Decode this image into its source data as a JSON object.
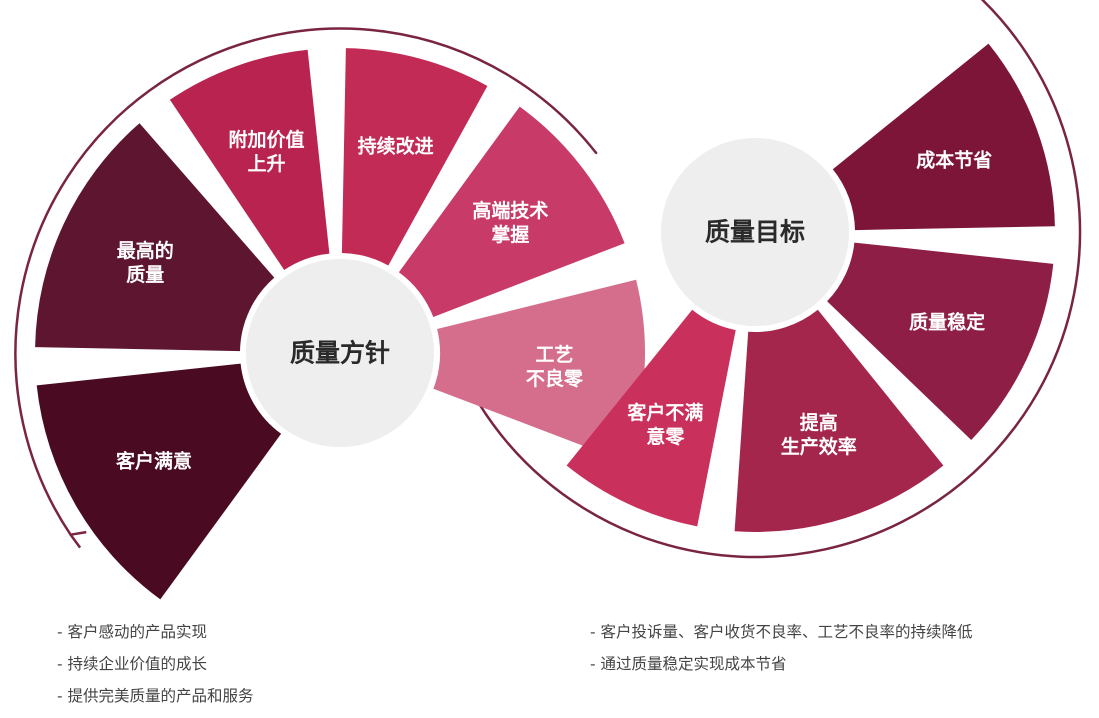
{
  "colors": {
    "hub_fill": "#eeeeee",
    "arrow": "#7a2444",
    "arc_top": "#c5396a",
    "arc_bottom": "#c9386a"
  },
  "left_wheel": {
    "hub_label": "质量方针",
    "segments": [
      {
        "lines": [
          "客户满意"
        ],
        "color": "#4a0a22"
      },
      {
        "lines": [
          "最高的",
          "质量"
        ],
        "color": "#5d1530"
      },
      {
        "lines": [
          "附加价值",
          "上升"
        ],
        "color": "#b8244f"
      },
      {
        "lines": [
          "持续改进"
        ],
        "color": "#c22b56"
      },
      {
        "lines": [
          "高端技术",
          "掌握"
        ],
        "color": "#c83b68"
      },
      {
        "lines": [
          "工艺",
          "不良零"
        ],
        "color": "#d46e8c"
      }
    ]
  },
  "right_wheel": {
    "hub_label": "质量目标",
    "segments": [
      {
        "lines": [
          "客户不满",
          "意零"
        ],
        "color": "#c9305c"
      },
      {
        "lines": [
          "提高",
          "生产效率"
        ],
        "color": "#a5264d"
      },
      {
        "lines": [
          "质量稳定"
        ],
        "color": "#8e1e45"
      },
      {
        "lines": [
          "成本节省"
        ],
        "color": "#7c1538"
      }
    ]
  },
  "notes_left": [
    "客户感动的产品实现",
    "持续企业价值的成长",
    "提供完美质量的产品和服务"
  ],
  "notes_right": [
    "客户投诉量、客户收货不良率、工艺不良率的持续降低",
    "通过质量稳定实现成本节省"
  ]
}
